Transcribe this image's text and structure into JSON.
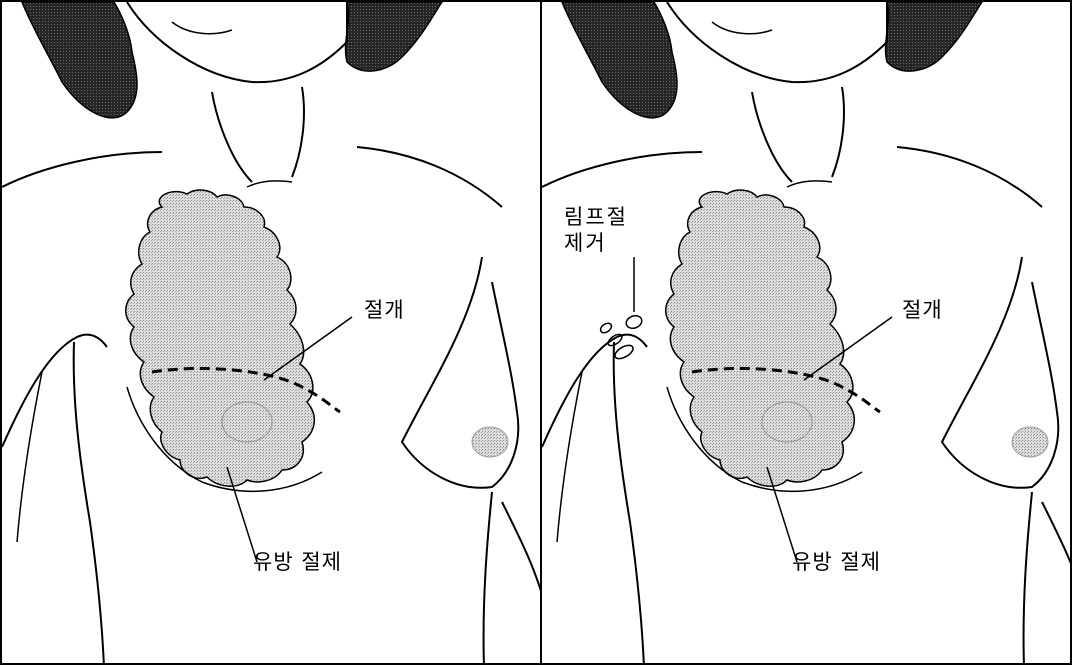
{
  "panels": [
    {
      "incision_label": "절개",
      "mastectomy_label": "유방 절제"
    },
    {
      "lymph_label_line1": "림프절",
      "lymph_label_line2": "제거",
      "incision_label": "절개",
      "mastectomy_label": "유방 절제"
    }
  ],
  "colors": {
    "line": "#000000",
    "tissue_fill": "#c9c9c9",
    "hair_fill": "#2b2b2b",
    "background": "#ffffff"
  }
}
